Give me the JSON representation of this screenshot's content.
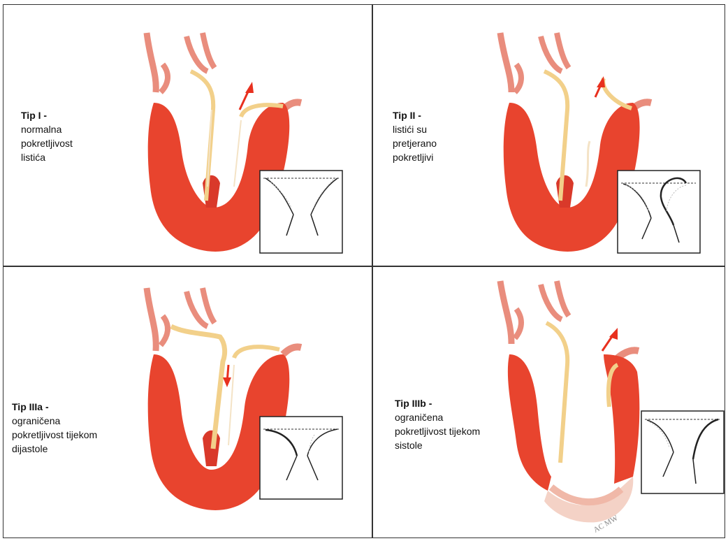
{
  "panels": [
    {
      "id": "p1",
      "title": "Tip I -",
      "desc": [
        "normalna",
        "pokretljivost",
        "listića"
      ]
    },
    {
      "id": "p2",
      "title": "Tip II -",
      "desc": [
        "listići su",
        "pretjerano",
        "pokretljivi"
      ]
    },
    {
      "id": "p3",
      "title": "Tip IIIa -",
      "desc": [
        "ograničena",
        "pokretljivost tijekom",
        "dijastole"
      ]
    },
    {
      "id": "p4",
      "title": "Tip IIIb -",
      "desc": [
        "ograničena",
        "pokretljivost tijekom",
        "sistole"
      ]
    }
  ],
  "signature": "AC MW",
  "colors": {
    "myocardium": "#e8442e",
    "leaflet": "#f2d08a",
    "vessel": "#f2b6a8",
    "arrow": "#e8301e",
    "inset_border": "#222222"
  }
}
